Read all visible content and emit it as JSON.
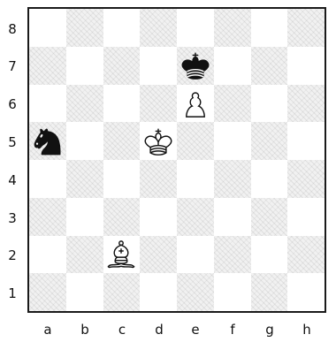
{
  "board": {
    "files": [
      "a",
      "b",
      "c",
      "d",
      "e",
      "f",
      "g",
      "h"
    ],
    "ranks": [
      "8",
      "7",
      "6",
      "5",
      "4",
      "3",
      "2",
      "1"
    ],
    "pieces": [
      {
        "name": "black-king-icon",
        "color": "black",
        "type": "king",
        "square": "e7"
      },
      {
        "name": "white-pawn-icon",
        "color": "white",
        "type": "pawn",
        "square": "e6"
      },
      {
        "name": "white-king-icon",
        "color": "white",
        "type": "king",
        "square": "d5"
      },
      {
        "name": "black-knight-icon",
        "color": "black",
        "type": "knight",
        "square": "a5"
      },
      {
        "name": "white-bishop-icon",
        "color": "white",
        "type": "bishop",
        "square": "c2"
      }
    ]
  }
}
